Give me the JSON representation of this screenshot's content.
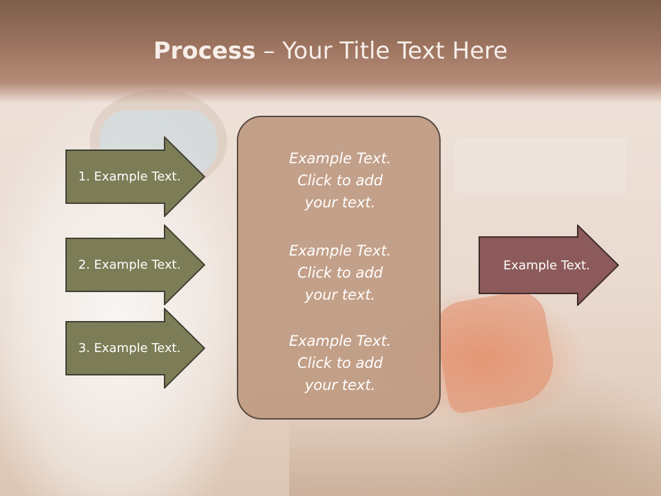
{
  "title": {
    "bold": "Process",
    "rest": " – Your Title Text Here"
  },
  "steps": [
    {
      "label": "1. Example Text."
    },
    {
      "label": "2. Example Text."
    },
    {
      "label": "3. Example Text."
    }
  ],
  "center_box": {
    "paragraphs": [
      {
        "line1": "Example Text.",
        "line2": "Click  to add",
        "line3": "your text."
      },
      {
        "line1": "Example Text.",
        "line2": "Click  to add",
        "line3": "your text."
      },
      {
        "line1": "Example Text.",
        "line2": "Click  to add",
        "line3": "your text."
      }
    ]
  },
  "result": {
    "label": "Example Text."
  },
  "colors": {
    "step_arrow": "#7c7c56",
    "center_box": "#bd977e",
    "result_arrow": "#8c5a5a",
    "title_band": "#9c7460"
  }
}
